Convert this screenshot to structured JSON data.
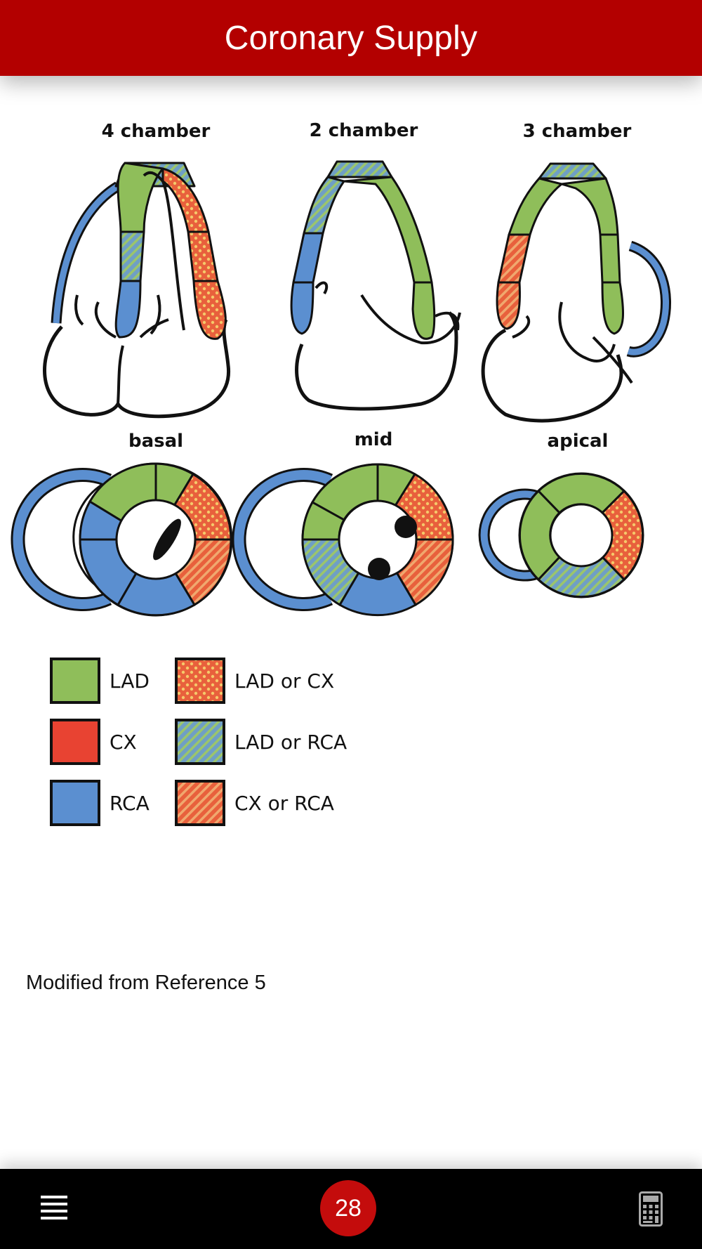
{
  "header": {
    "title": "Coronary Supply"
  },
  "diagram": {
    "long_axis_titles": [
      "4 chamber",
      "2 chamber",
      "3 chamber"
    ],
    "short_axis_titles": [
      "basal",
      "mid",
      "apical"
    ],
    "legend": [
      {
        "label": "LAD",
        "pattern": "solid",
        "color": "#8fbe5a"
      },
      {
        "label": "CX",
        "pattern": "solid",
        "color": "#e84332"
      },
      {
        "label": "RCA",
        "pattern": "solid",
        "color": "#5b8fd0"
      },
      {
        "label": "LAD or CX",
        "pattern": "dots",
        "color": "#e8603c"
      },
      {
        "label": "LAD or RCA",
        "pattern": "stripes",
        "color": "#6f9fc5"
      },
      {
        "label": "CX or RCA",
        "pattern": "stripes",
        "color": "#e8603c"
      }
    ]
  },
  "caption": "Modified from Reference 5",
  "footer": {
    "page_number": "28",
    "menu_icon": "hamburger-menu-icon",
    "calc_icon": "calculator-icon"
  }
}
